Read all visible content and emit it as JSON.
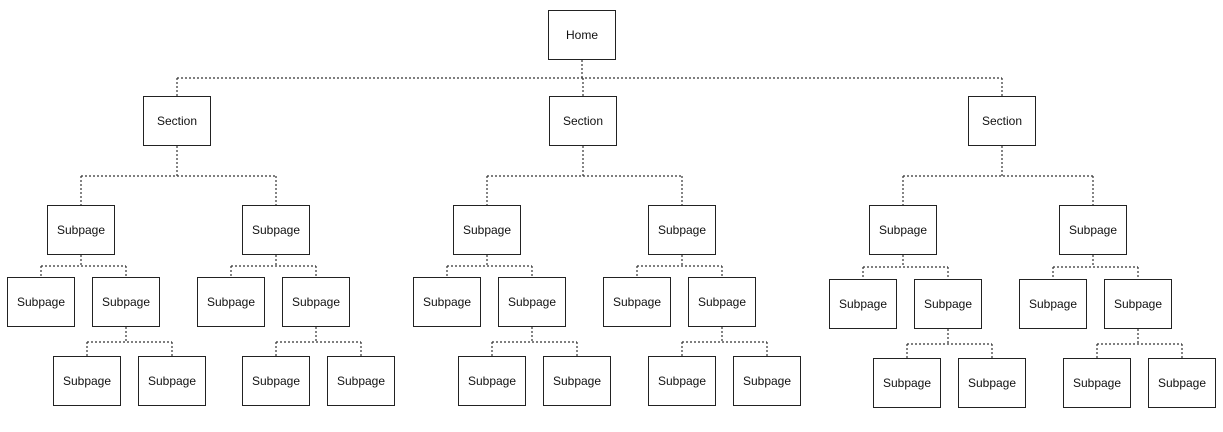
{
  "labels": {
    "home": "Home",
    "section": "Section",
    "subpage": "Subpage"
  },
  "tree": {
    "name": "Home",
    "children": [
      {
        "name": "Section",
        "children": [
          {
            "name": "Subpage",
            "children": [
              {
                "name": "Subpage"
              },
              {
                "name": "Subpage",
                "children": [
                  {
                    "name": "Subpage"
                  },
                  {
                    "name": "Subpage"
                  }
                ]
              }
            ]
          },
          {
            "name": "Subpage",
            "children": [
              {
                "name": "Subpage"
              },
              {
                "name": "Subpage",
                "children": [
                  {
                    "name": "Subpage"
                  },
                  {
                    "name": "Subpage"
                  }
                ]
              }
            ]
          }
        ]
      },
      {
        "name": "Section",
        "children": [
          {
            "name": "Subpage",
            "children": [
              {
                "name": "Subpage"
              },
              {
                "name": "Subpage",
                "children": [
                  {
                    "name": "Subpage"
                  },
                  {
                    "name": "Subpage"
                  }
                ]
              }
            ]
          },
          {
            "name": "Subpage",
            "children": [
              {
                "name": "Subpage"
              },
              {
                "name": "Subpage",
                "children": [
                  {
                    "name": "Subpage"
                  },
                  {
                    "name": "Subpage"
                  }
                ]
              }
            ]
          }
        ]
      },
      {
        "name": "Section",
        "children": [
          {
            "name": "Subpage",
            "children": [
              {
                "name": "Subpage"
              },
              {
                "name": "Subpage",
                "children": [
                  {
                    "name": "Subpage"
                  },
                  {
                    "name": "Subpage"
                  }
                ]
              }
            ]
          },
          {
            "name": "Subpage",
            "children": [
              {
                "name": "Subpage"
              },
              {
                "name": "Subpage",
                "children": [
                  {
                    "name": "Subpage"
                  },
                  {
                    "name": "Subpage"
                  }
                ]
              }
            ]
          }
        ]
      }
    ]
  }
}
